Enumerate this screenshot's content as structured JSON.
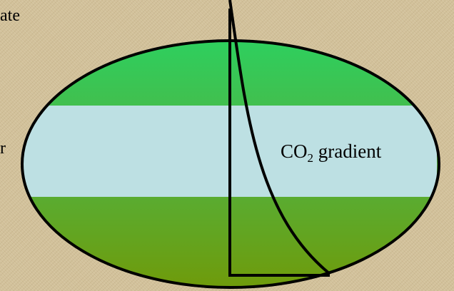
{
  "diagram": {
    "edge_text_top": "ate",
    "edge_text_mid": "r",
    "band_label": {
      "prefix": "CO",
      "subscript": "2",
      "suffix": " gradient"
    },
    "colors": {
      "background": "#d2c19a",
      "ellipse_top": "#2ecf5e",
      "ellipse_mid": "#4fb443",
      "ellipse_bottom": "#6f9b0b",
      "band": "#bde0e3",
      "stroke": "#000000"
    }
  }
}
